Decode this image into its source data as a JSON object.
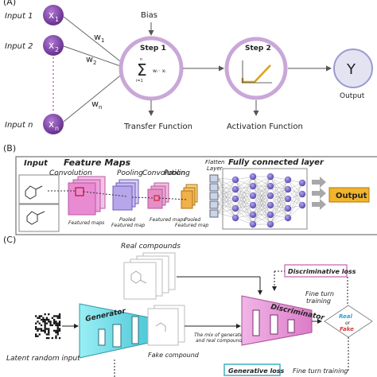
{
  "panel_a": {
    "label": "(A)",
    "inputs": [
      {
        "label": "Input 1",
        "node": "x1",
        "node_main": "x",
        "node_sub": "1"
      },
      {
        "label": "Input 2",
        "node": "x2",
        "node_main": "x",
        "node_sub": "2"
      },
      {
        "label": "Input n",
        "node": "xn",
        "node_main": "x",
        "node_sub": "n"
      }
    ],
    "weights": [
      {
        "main": "w",
        "sub": "1"
      },
      {
        "main": "w",
        "sub": "2"
      },
      {
        "main": "w",
        "sub": "n"
      }
    ],
    "bias": "Bias",
    "step1": "Step 1",
    "sum_formula": "Σ wᵢ · xᵢ",
    "sum_top": "n",
    "sum_bottom": "i=1",
    "step2": "Step 2",
    "output_symbol": "Y",
    "output_label": "Output",
    "transfer_label": "Transfer Function",
    "activation_label": "Activation Function",
    "colors": {
      "node_fill": "#7b3fa0",
      "accent_gold": "#d8a21a",
      "output_fill": "#e3e3f2"
    }
  },
  "panel_b": {
    "label": "(B)",
    "input_title": "Input",
    "feature_maps_title": "Feature Maps",
    "convolution_1": "Convolution",
    "pooling_1": "Pooling",
    "convolution_2": "Convolution",
    "pooling_2": "Pooling",
    "flatten_line1": "Flatten",
    "flatten_line2": "Layer",
    "fc_title": "Fully connected layer",
    "output_label": "Output",
    "caption_fm1": "Featured maps",
    "caption_pooled1_l1": "Pooled",
    "caption_pooled1_l2": "Featured map",
    "caption_fm2": "Featured maps",
    "caption_pooled2_l1": "Pooled",
    "caption_pooled2_l2": "Featured map",
    "colors": {
      "conv1": "#e98bd3",
      "pool1": "#b8a6ea",
      "conv2": "#e68ec5",
      "pool2": "#f0b04a",
      "fc_node": "#7a6ec7",
      "output_fill": "#f1b52b"
    }
  },
  "panel_c": {
    "label": "(C)",
    "real_compounds": "Real compounds",
    "discriminative_loss": "Discriminative loss",
    "generator": "Generator",
    "discriminator": "Discriminator",
    "fine_turn_training_1_l1": "Fine turn",
    "fine_turn_training_1_l2": "training",
    "real_word": "Real",
    "or_word": "or",
    "fake_word": "Fake",
    "mix_label_l1": "The mix of generated",
    "mix_label_l2": "and real compounds",
    "latent_input": "Latent random input",
    "fake_compound": "Fake compound",
    "generative_loss": "Generative loss",
    "fine_turn_training_2": "Fine turn training",
    "colors": {
      "generator_fill": "#5fd6e3",
      "discriminator_fill": "#e88fd5",
      "real_color": "#2b9fd8",
      "fake_color": "#d93a3a"
    }
  }
}
